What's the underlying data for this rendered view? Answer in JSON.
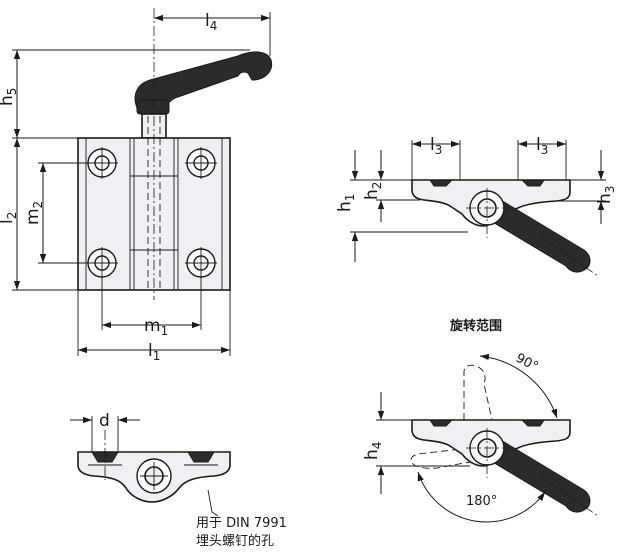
{
  "front_view": {
    "labels": {
      "l4": {
        "main": "l",
        "sub": "4"
      },
      "h5": {
        "main": "h",
        "sub": "5"
      },
      "l2": {
        "main": "l",
        "sub": "2"
      },
      "m2": {
        "main": "m",
        "sub": "2"
      },
      "m1": {
        "main": "m",
        "sub": "1"
      },
      "l1": {
        "main": "l",
        "sub": "1"
      }
    }
  },
  "side_view": {
    "labels": {
      "l3_left": {
        "main": "l",
        "sub": "3"
      },
      "l3_right": {
        "main": "l",
        "sub": "3"
      },
      "h1": {
        "main": "h",
        "sub": "1"
      },
      "h2": {
        "main": "h",
        "sub": "2"
      },
      "h3": {
        "main": "h",
        "sub": "3"
      }
    }
  },
  "section_view": {
    "labels": {
      "d": "d"
    },
    "note_line1": "用于 DIN 7991",
    "note_line2": "埋头螺钉的孔"
  },
  "rotation_view": {
    "title": "旋转范围",
    "angle_small": "90°",
    "angle_large": "180°",
    "labels": {
      "h4": {
        "main": "h",
        "sub": "4"
      }
    }
  }
}
